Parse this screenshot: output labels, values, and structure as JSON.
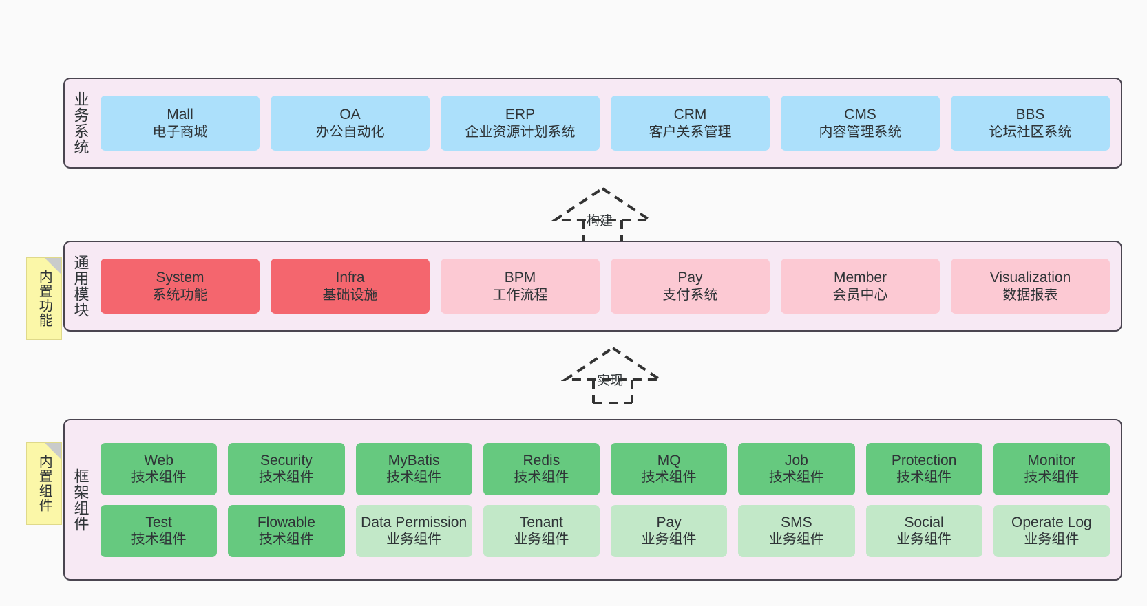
{
  "layers": [
    {
      "id": "business-system",
      "title": "业务系统",
      "rows": [
        {
          "boxes": [
            {
              "name": "Mall",
              "sub": "电子商城",
              "color": "blue"
            },
            {
              "name": "OA",
              "sub": "办公自动化",
              "color": "blue"
            },
            {
              "name": "ERP",
              "sub": "企业资源计划系统",
              "color": "blue"
            },
            {
              "name": "CRM",
              "sub": "客户关系管理",
              "color": "blue"
            },
            {
              "name": "CMS",
              "sub": "内容管理系统",
              "color": "blue"
            },
            {
              "name": "BBS",
              "sub": "论坛社区系统",
              "color": "blue"
            }
          ]
        }
      ]
    },
    {
      "id": "common-module",
      "title": "通用模块",
      "note": "内置功能",
      "rows": [
        {
          "boxes": [
            {
              "name": "System",
              "sub": "系统功能",
              "color": "red"
            },
            {
              "name": "Infra",
              "sub": "基础设施",
              "color": "red"
            },
            {
              "name": "BPM",
              "sub": "工作流程",
              "color": "pink"
            },
            {
              "name": "Pay",
              "sub": "支付系统",
              "color": "pink"
            },
            {
              "name": "Member",
              "sub": "会员中心",
              "color": "pink"
            },
            {
              "name": "Visualization",
              "sub": "数据报表",
              "color": "pink"
            }
          ]
        }
      ]
    },
    {
      "id": "framework-component",
      "title": "框架组件",
      "note": "内置组件",
      "rows": [
        {
          "boxes": [
            {
              "name": "Web",
              "sub": "技术组件",
              "color": "green"
            },
            {
              "name": "Security",
              "sub": "技术组件",
              "color": "green"
            },
            {
              "name": "MyBatis",
              "sub": "技术组件",
              "color": "green"
            },
            {
              "name": "Redis",
              "sub": "技术组件",
              "color": "green"
            },
            {
              "name": "MQ",
              "sub": "技术组件",
              "color": "green"
            },
            {
              "name": "Job",
              "sub": "技术组件",
              "color": "green"
            },
            {
              "name": "Protection",
              "sub": "技术组件",
              "color": "green"
            },
            {
              "name": "Monitor",
              "sub": "技术组件",
              "color": "green"
            }
          ]
        },
        {
          "boxes": [
            {
              "name": "Test",
              "sub": "技术组件",
              "color": "green"
            },
            {
              "name": "Flowable",
              "sub": "技术组件",
              "color": "green"
            },
            {
              "name": "Data Permission",
              "sub": "业务组件",
              "color": "lightgreen"
            },
            {
              "name": "Tenant",
              "sub": "业务组件",
              "color": "lightgreen"
            },
            {
              "name": "Pay",
              "sub": "业务组件",
              "color": "lightgreen"
            },
            {
              "name": "SMS",
              "sub": "业务组件",
              "color": "lightgreen"
            },
            {
              "name": "Social",
              "sub": "业务组件",
              "color": "lightgreen"
            },
            {
              "name": "Operate Log",
              "sub": "业务组件",
              "color": "lightgreen"
            }
          ]
        }
      ]
    }
  ],
  "connectors": [
    {
      "id": "connector-build",
      "label": "构建"
    },
    {
      "id": "connector-implement",
      "label": "实现"
    }
  ],
  "colors": {
    "band_background": "#f7e9f4",
    "band_border": "#4a4550",
    "blue": "#ace0fb",
    "red": "#f4666e",
    "pink": "#fcc9d3",
    "green": "#66c97f",
    "lightgreen": "#c2e8c8",
    "note_yellow": "#fbf7a8",
    "connector_stroke": "#333333",
    "page_background": "#fafafa"
  }
}
